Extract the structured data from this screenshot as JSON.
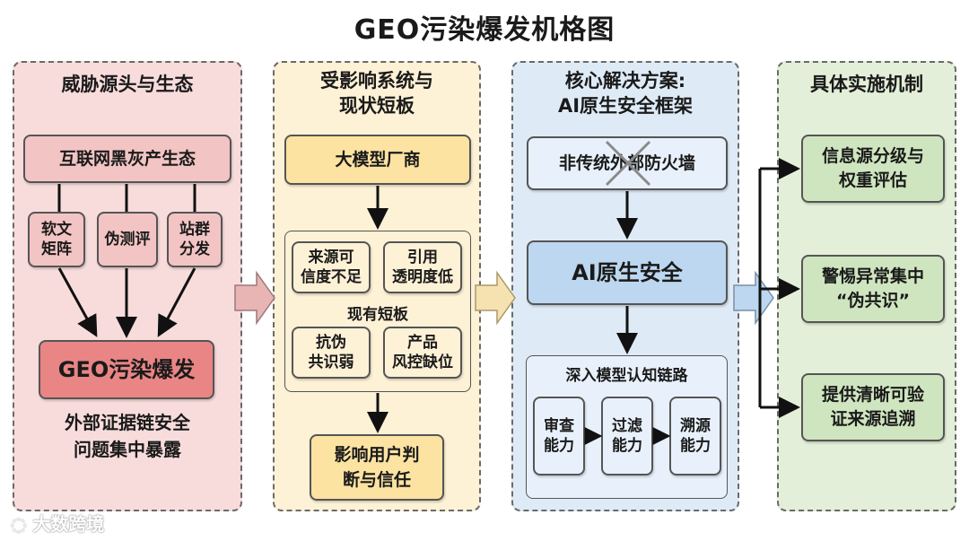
{
  "title": "GEO污染爆发机格图",
  "col1": {
    "heading": "威胁源头与生态",
    "ecosystem": "互联网黑灰产生态",
    "sources": [
      "软文\n矩阵",
      "伪测评",
      "站群\n分发"
    ],
    "outbreak": "GEO污染爆发",
    "caption": "外部证据链安全\n问题集中暴露"
  },
  "col2": {
    "heading": "受影响系统与\n现状短板",
    "vendor": "大模型厂商",
    "weaknesses": [
      "来源可\n信度不足",
      "引用\n透明度低",
      "抗伪\n共识弱",
      "产品\n风控缺位"
    ],
    "group_label": "现有短板",
    "impact": "影响用户判\n断与信任"
  },
  "col3": {
    "heading": "核心解决方案:\nAI原生安全框架",
    "not_firewall": "非传统外部防火墙",
    "core": "AI原生安全",
    "chain_label": "深入模型认知链路",
    "abilities": [
      "审查\n能力",
      "过滤\n能力",
      "溯源\n能力"
    ]
  },
  "col4": {
    "heading": "具体实施机制",
    "mechanisms": [
      "信息源分级与\n权重评估",
      "警惕异常集中\n“伪共识”",
      "提供清晰可验\n证来源追溯"
    ]
  },
  "watermark": "大数跨境",
  "colors": {
    "col1_bg": "#f8dcdc",
    "col2_bg": "#fdf1d6",
    "col3_bg": "#deebf7",
    "col4_bg": "#e3efd8",
    "pink_box": "#f3c4c4",
    "red_box": "#e98585",
    "yellow_box": "#fce3a2",
    "blue_box": "#bcd7ef",
    "light_blue_box": "#e8f1fb",
    "green_box": "#cfe5bf",
    "big_arrow": "#e8b4b4"
  }
}
